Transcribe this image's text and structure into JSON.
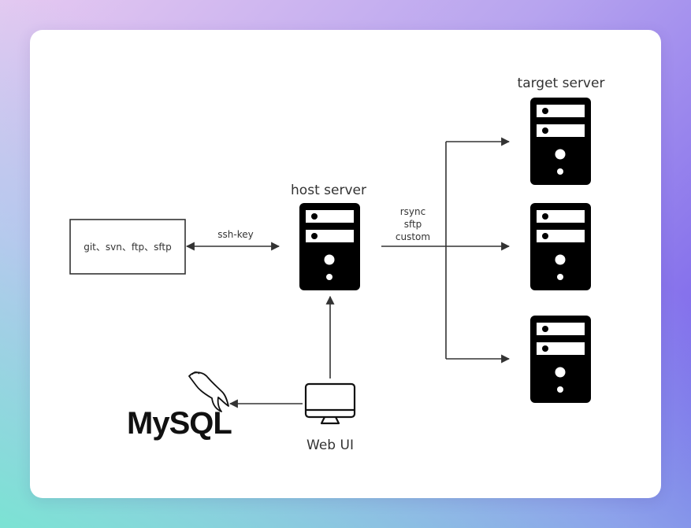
{
  "labels": {
    "source_box": "git、svn、ftp、sftp",
    "ssh_key": "ssh-key",
    "host_server": "host server",
    "target_server": "target server",
    "transfer_methods": [
      "rsync",
      "sftp",
      "custom"
    ],
    "web_ui": "Web UI",
    "mysql": "MySQL"
  },
  "icons": {
    "server": "server-icon",
    "monitor": "monitor-icon",
    "dolphin": "dolphin-icon"
  }
}
